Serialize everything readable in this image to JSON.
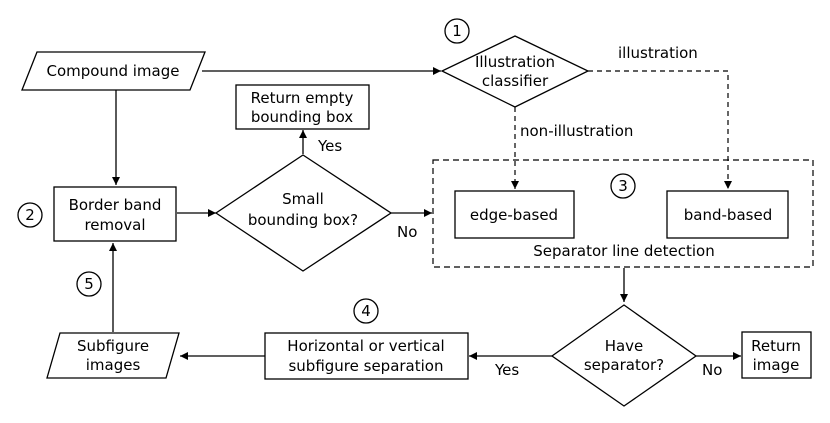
{
  "nodes": {
    "compound_image": "Compound image",
    "illustration_classifier": [
      "Illustration",
      "classifier"
    ],
    "return_empty": [
      "Return empty",
      "bounding box"
    ],
    "border_band": [
      "Border band",
      "removal"
    ],
    "small_bbox": [
      "Small",
      "bounding box?"
    ],
    "edge_based": "edge-based",
    "band_based": "band-based",
    "separator_detection": "Separator line detection",
    "have_separator": [
      "Have",
      "separator?"
    ],
    "return_image": [
      "Return",
      "image"
    ],
    "subfigure_separation": [
      "Horizontal or vertical",
      "subfigure separation"
    ],
    "subfigure_images": [
      "Subfigure",
      "images"
    ]
  },
  "edge_labels": {
    "illustration": "illustration",
    "non_illustration": "non-illustration",
    "yes_small": "Yes",
    "no_small": "No",
    "yes_sep": "Yes",
    "no_sep": "No"
  },
  "steps": [
    "1",
    "2",
    "3",
    "4",
    "5"
  ]
}
